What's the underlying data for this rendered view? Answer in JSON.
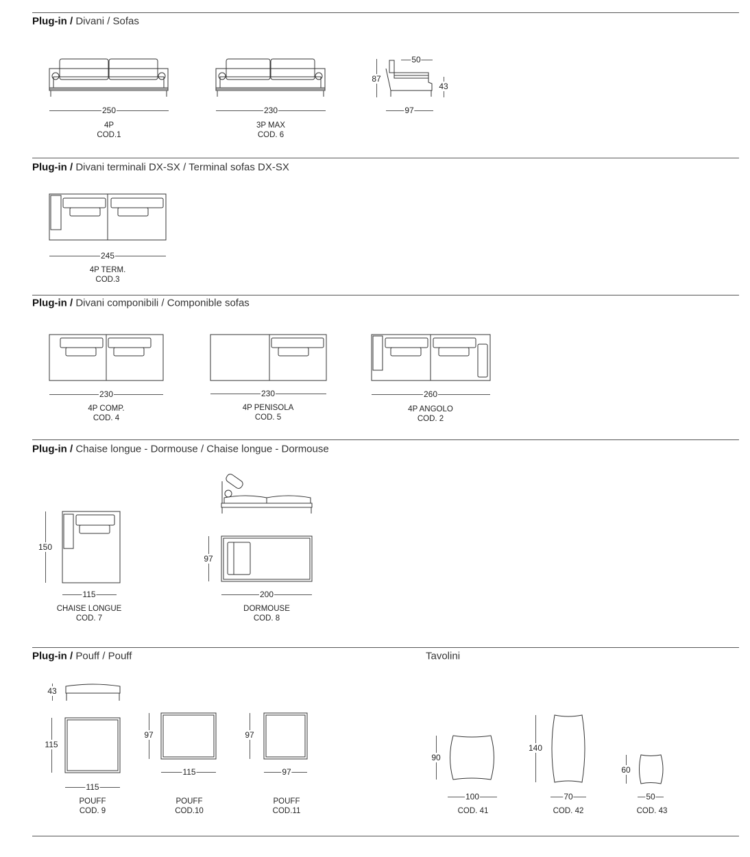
{
  "sections": [
    {
      "brand": "Plug-in",
      "title": "Divani",
      "title_en": "/ Sofas"
    },
    {
      "brand": "Plug-in",
      "title": "Divani terminali DX-SX",
      "title_en": "/ Terminal sofas DX-SX"
    },
    {
      "brand": "Plug-in",
      "title": "Divani componibili",
      "title_en": "/ Componible sofas"
    },
    {
      "brand": "Plug-in",
      "title": "Chaise longue - Dormouse",
      "title_en": "/ Chaise longue - Dormouse"
    },
    {
      "brand": "Plug-in",
      "title": "Pouff",
      "title_en": "/ Pouff"
    }
  ],
  "tavolini_title": "Tavolini",
  "sofas": [
    {
      "width": "250",
      "name": "4P",
      "code": "COD.1"
    },
    {
      "width": "230",
      "name": "3P MAX",
      "code": "COD. 6"
    }
  ],
  "side": {
    "depth": "97",
    "seat_depth": "50",
    "height": "87",
    "seat_height": "43"
  },
  "terminal": {
    "width": "245",
    "name": "4P TERM.",
    "code": "COD.3"
  },
  "componibili": [
    {
      "width": "230",
      "name": "4P COMP.",
      "code": "COD. 4"
    },
    {
      "width": "230",
      "name": "4P PENISOLA",
      "code": "COD. 5"
    },
    {
      "width": "260",
      "name": "4P ANGOLO",
      "code": "COD. 2"
    }
  ],
  "chaise": {
    "depth": "150",
    "width": "115",
    "name": "CHAISE LONGUE",
    "code": "COD. 7"
  },
  "dormouse": {
    "depth": "97",
    "width": "200",
    "name": "DORMOUSE",
    "code": "COD. 8"
  },
  "pouff_side": {
    "height": "43"
  },
  "pouffs": [
    {
      "depth": "115",
      "width": "115",
      "name": "POUFF",
      "code": "COD. 9"
    },
    {
      "depth": "97",
      "width": "115",
      "name": "POUFF",
      "code": "COD.10"
    },
    {
      "depth": "97",
      "width": "97",
      "name": "POUFF",
      "code": "COD.11"
    }
  ],
  "tables": [
    {
      "depth": "90",
      "width": "100",
      "code": "COD. 41"
    },
    {
      "depth": "140",
      "width": "70",
      "code": "COD. 42"
    },
    {
      "depth": "60",
      "width": "50",
      "code": "COD. 43"
    }
  ]
}
